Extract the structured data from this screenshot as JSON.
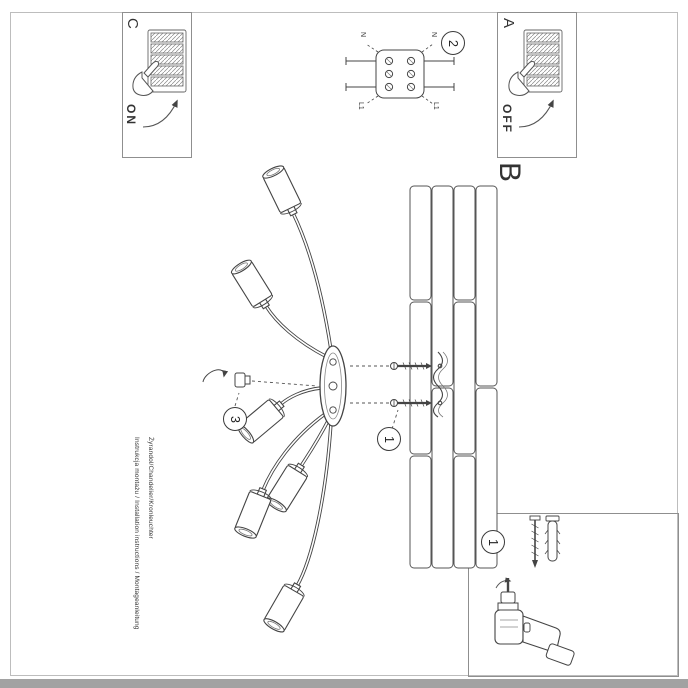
{
  "document": {
    "footer": {
      "line1": "Instrukcja montażu / Installation instructions / Montageanleitung",
      "line2": "Żyrandol/Chandelier/Kronleuchter"
    }
  },
  "sections": {
    "switch_off": {
      "label": "A",
      "state_text": "OFF"
    },
    "switch_on": {
      "label": "C",
      "state_text": "ON"
    },
    "mounting": {
      "label": "B"
    },
    "wiring": {
      "badge": "2",
      "terminals": {
        "left_top": "N",
        "left_bottom": "L1",
        "right_top": "N",
        "right_bottom": "L1"
      }
    },
    "screws": {
      "badge": "1"
    },
    "cap": {
      "badge": "3"
    },
    "tools": {
      "badge": "1"
    }
  },
  "icons": {
    "hand-icon": "pointing-hand outline",
    "wall-switch-icon": "hatched rocker switch",
    "flip-arrow-icon": "curved arrow",
    "terminal-block-icon": "6-screw connector",
    "ceiling-panel": "plank boards",
    "chandelier-icon": "six-arm lamp with cylindrical shades",
    "canopy-icon": "ceiling cup with bolts",
    "mounting-screw-icon": "screw with slotted head",
    "mounting-bracket-icon": "wavy strap with holes",
    "finial-cap-icon": "small cap",
    "rotation-arrow-icon": "screwing arrow",
    "drill-icon": "cordless drill",
    "screw-icon": "wood screw",
    "wall-plug-icon": "expansion anchor"
  },
  "colors": {
    "line": "#444444",
    "light_line": "#777777",
    "frame": "#bdbdbd",
    "box_border": "#8f8f8f",
    "edge_bar": "#a2a2a2",
    "paper": "#ffffff"
  }
}
